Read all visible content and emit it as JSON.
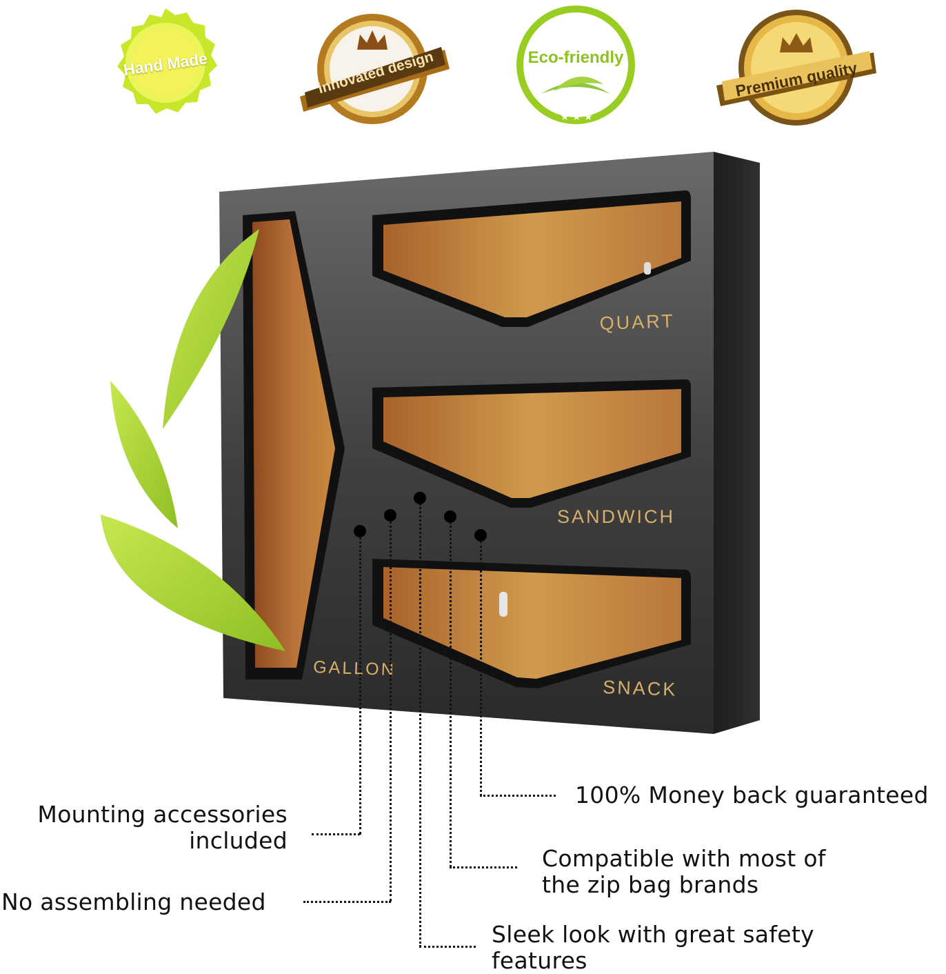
{
  "badges": [
    {
      "id": "hand-made",
      "text": "Hand Made",
      "color": "#c5e61f"
    },
    {
      "id": "innovated-design",
      "text": "innovated design",
      "color": "#c9942a"
    },
    {
      "id": "eco-friendly",
      "text": "Eco-friendly",
      "color": "#9acd22"
    },
    {
      "id": "premium-quality",
      "text": "Premium quality",
      "color": "#d2a12d"
    }
  ],
  "organizer": {
    "labels": {
      "quart": "QUART",
      "sandwich": "SANDWICH",
      "snack": "SNACK",
      "gallon": "GALLON"
    },
    "colors": {
      "frame": "#3d3d3d",
      "bamboo": "#c98b3e",
      "label": "#d8b06a"
    }
  },
  "features": {
    "mounting": {
      "line1": "Mounting accessories",
      "line2": "included"
    },
    "assembly": {
      "line1": "No assembling needed"
    },
    "money_back": {
      "line1": "100% Money back guaranteed"
    },
    "compatible": {
      "line1": "Compatible with most of",
      "line2": "the zip bag brands"
    },
    "sleek": {
      "line1": "Sleek look with great safety",
      "line2": "features"
    }
  },
  "decor": {
    "leaf_color": "#a9d63a"
  }
}
